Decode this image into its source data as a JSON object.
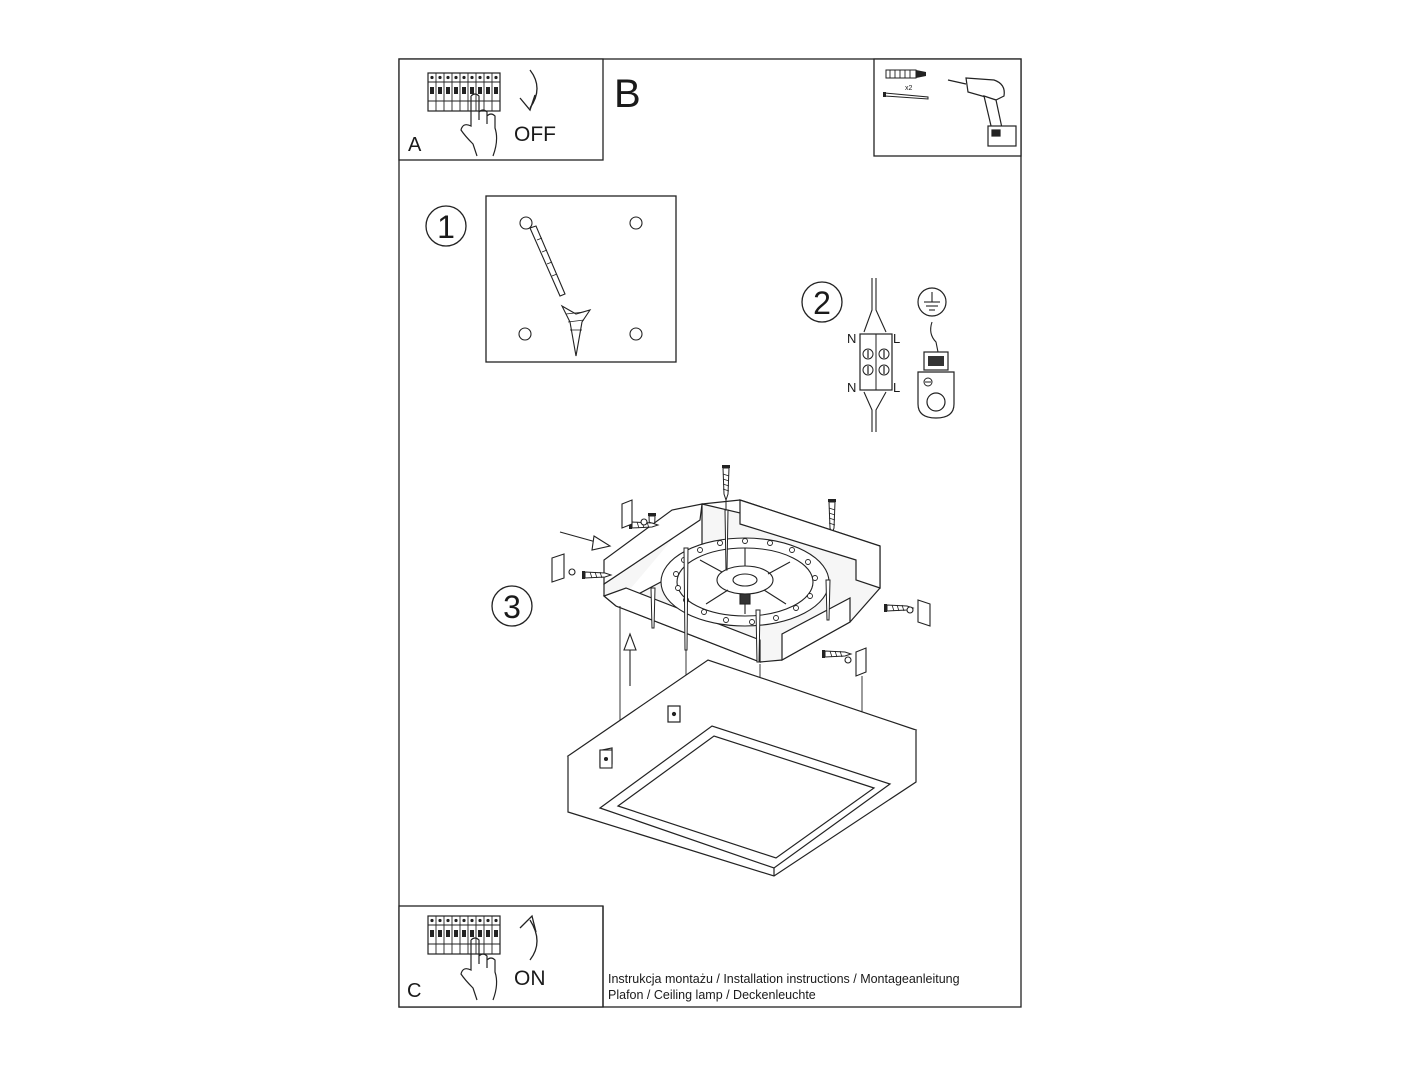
{
  "panels": {
    "a": {
      "letter": "A",
      "switch_label": "OFF"
    },
    "b": {
      "letter": "B",
      "tools": {
        "dowel_count": "x2"
      }
    },
    "c": {
      "letter": "C",
      "switch_label": "ON"
    }
  },
  "steps": [
    {
      "number": "1"
    },
    {
      "number": "2",
      "wiring": {
        "neutral": "N",
        "live": "L"
      }
    },
    {
      "number": "3"
    }
  ],
  "footer": {
    "line1": "Instrukcja montażu / Installation instructions / Montageanleitung",
    "line2": "Plafon / Ceiling lamp / Deckenleuchte"
  }
}
